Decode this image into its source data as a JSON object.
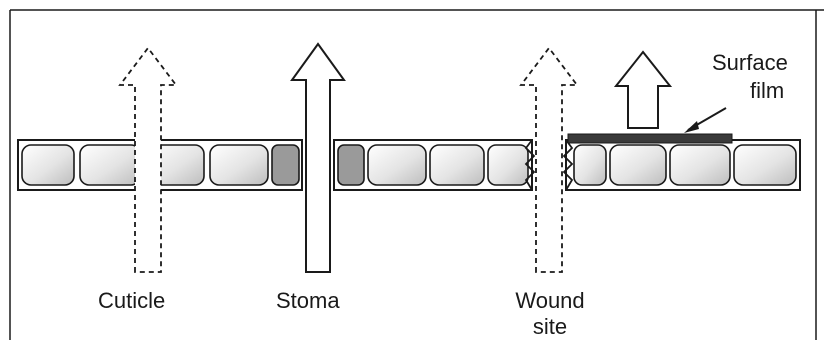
{
  "labels": {
    "cuticle": "Cuticle",
    "stoma": "Stoma",
    "wound_line1": "Wound",
    "wound_line2": "site",
    "surface_line1": "Surface",
    "surface_line2": "film"
  },
  "colors": {
    "ink": "#1a1a1a",
    "cell_fill": "#e6e6e6",
    "guard_cell_fill": "#9a9a9a",
    "film": "#3a3a3a",
    "background": "#ffffff"
  }
}
